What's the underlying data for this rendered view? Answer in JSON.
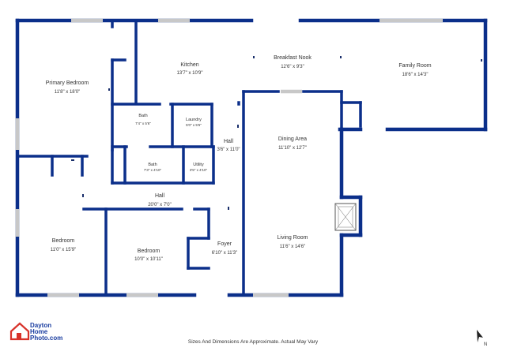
{
  "rooms": {
    "primary_bedroom": {
      "name": "Primary Bedroom",
      "dims": "11'8\" x 18'0\""
    },
    "kitchen": {
      "name": "Kitchen",
      "dims": "13'7\" x 10'9\""
    },
    "breakfast_nook": {
      "name": "Breakfast Nook",
      "dims": "12'6\" x 9'3\""
    },
    "family_room": {
      "name": "Family Room",
      "dims": "18'6\" x 14'3\""
    },
    "bath1": {
      "name": "Bath",
      "dims": "7'4\" x 5'6\""
    },
    "laundry": {
      "name": "Laundry",
      "dims": "5'0\" x 5'6\""
    },
    "hall_upper": {
      "name": "Hall",
      "dims": "3'6\" x 11'0\""
    },
    "dining_area": {
      "name": "Dining Area",
      "dims": "11'10\" x 12'7\""
    },
    "bath2": {
      "name": "Bath",
      "dims": "7'3\" x 4'10\""
    },
    "utility": {
      "name": "Utility",
      "dims": "3'5\" x 4'10\""
    },
    "hall_lower": {
      "name": "Hall",
      "dims": "20'0\" x 7'0\""
    },
    "bedroom_left": {
      "name": "Bedroom",
      "dims": "11'0\" x 15'9\""
    },
    "bedroom_mid": {
      "name": "Bedroom",
      "dims": "10'0\" x 10'11\""
    },
    "foyer": {
      "name": "Foyer",
      "dims": "6'10\" x 11'3\""
    },
    "living_room": {
      "name": "Living Room",
      "dims": "11'6\" x 14'6\""
    }
  },
  "logo": {
    "line1": "Dayton",
    "line2": "Home",
    "line3": "Photo.com"
  },
  "north": {
    "label": "N"
  },
  "disclaimer": "Sizes And Dimensions Are Approximate. Actual May Vary",
  "colors": {
    "wall": "#0b2f8a",
    "logo_blue": "#1a3da0",
    "logo_red": "#d8322a"
  }
}
